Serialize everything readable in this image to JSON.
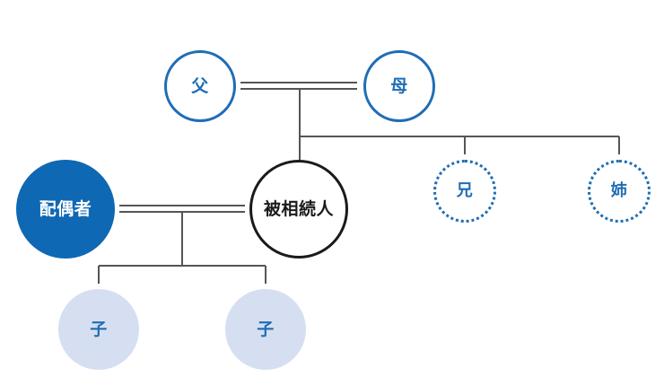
{
  "colors": {
    "accent_blue": "#1f6db5",
    "spouse_fill": "#0f68b3",
    "child_fill": "#d5dff1",
    "decedent_border": "#1a1a1a",
    "line_color": "#555555"
  },
  "nodes": {
    "father": "父",
    "mother": "母",
    "brother": "兄",
    "sister": "姉",
    "decedent": "被相続人",
    "spouse": "配偶者",
    "child_1": "子",
    "child_2": "子"
  }
}
